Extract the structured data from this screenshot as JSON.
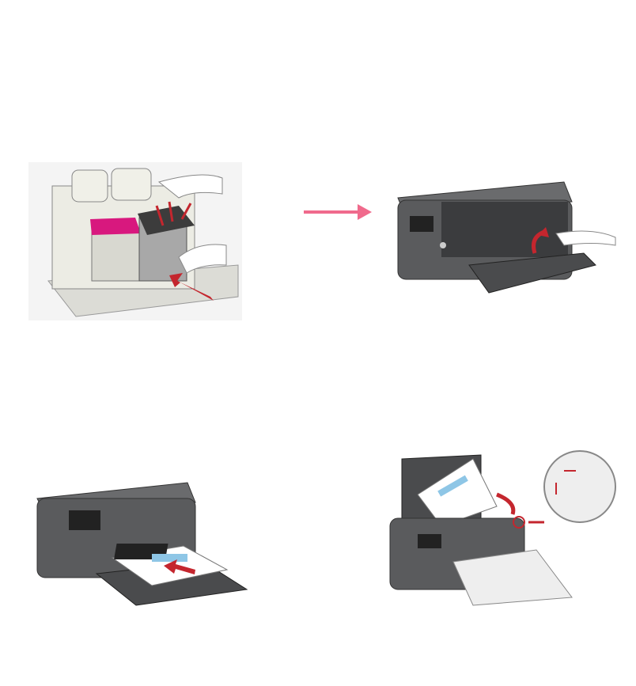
{
  "colors": {
    "printer_body": "#5a5b5d",
    "printer_dark": "#3b3c3e",
    "magenta_cartridge": "#d8187e",
    "arrow_pink": "#f06a8c",
    "arrow_red": "#c4262e",
    "paper": "#ffffff",
    "print_blue": "#8ec6e6"
  },
  "steps": [
    {
      "icon": "cartridge-insert-illustration"
    },
    {
      "icon": "close-printer-door-illustration"
    },
    {
      "icon": "print-alignment-page-illustration"
    },
    {
      "icon": "scan-alignment-page-illustration"
    }
  ]
}
